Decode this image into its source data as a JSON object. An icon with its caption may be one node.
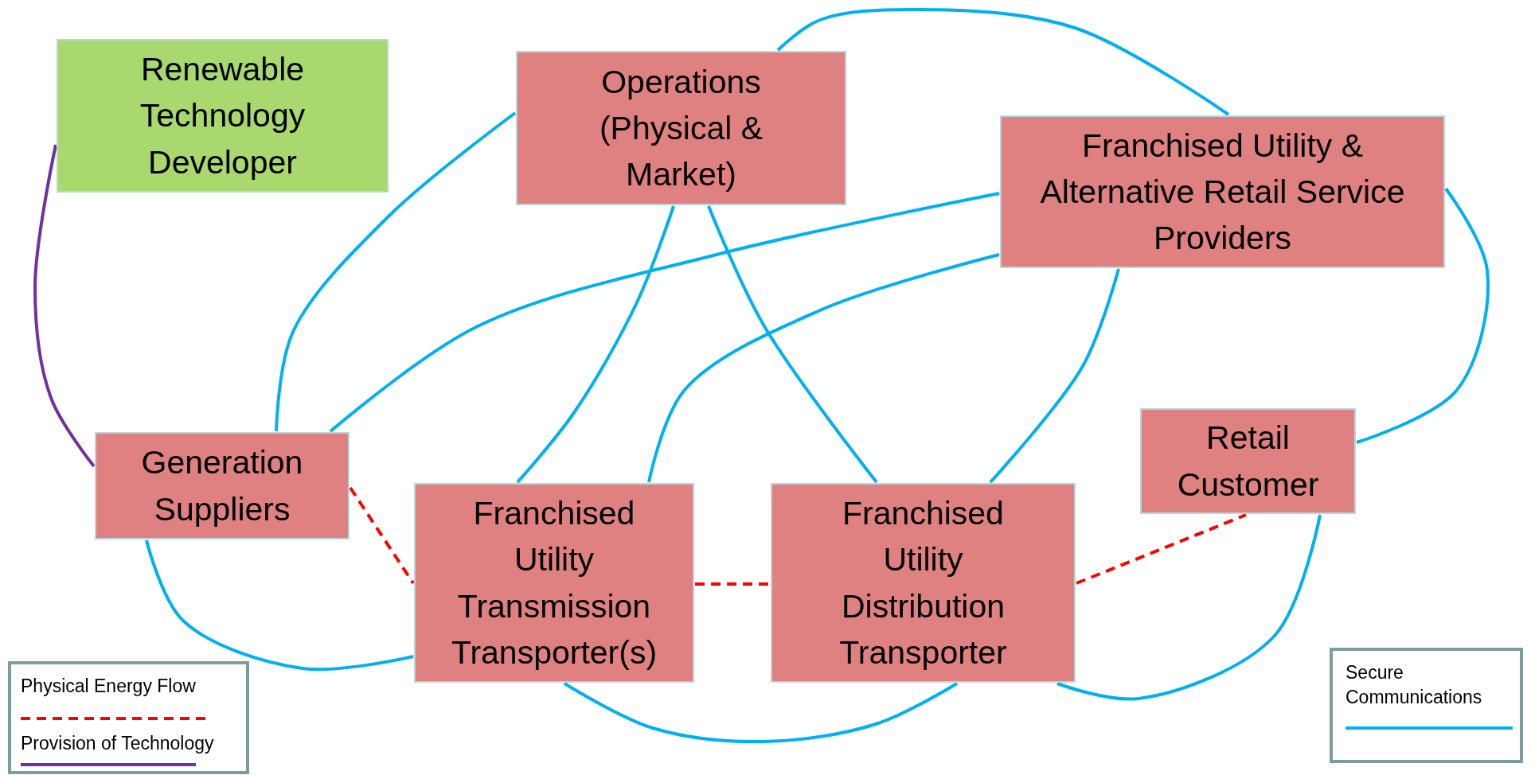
{
  "diagram": {
    "nodes": [
      {
        "text": [
          "Renewable Technology Developer"
        ]
      },
      {
        "text": [
          "Operations (Physical & Market)"
        ]
      },
      {
        "text": [
          "Franchised Utility & Alternative Retail Service Providers"
        ]
      },
      {
        "text": [
          "Generation Suppliers"
        ]
      },
      {
        "text": [
          "Retail Customer"
        ]
      },
      {
        "text": [
          "Franchised Utility Transmission Transporter(s)"
        ]
      },
      {
        "text": [
          "Franchised Utility Distribution Transporter"
        ]
      }
    ],
    "edges": [
      {
        "from": 0,
        "to": 3,
        "arrow": "none",
        "color": "#7030a0"
      },
      {
        "from": 1,
        "to": 3,
        "arrow": "none"
      },
      {
        "from": 1,
        "to": 5,
        "arrow": "none"
      },
      {
        "from": 1,
        "to": 6,
        "arrow": "none"
      },
      {
        "from": 1,
        "to": 2,
        "arrow": "none"
      },
      {
        "from": 2,
        "to": 3,
        "arrow": "none"
      },
      {
        "from": 2,
        "to": 5,
        "arrow": "none"
      },
      {
        "from": 2,
        "to": 6,
        "arrow": "none"
      },
      {
        "from": 2,
        "to": 4,
        "arrow": "none"
      },
      {
        "from": 3,
        "to": 5,
        "arrow": "none"
      },
      {
        "from": 3,
        "to": 5,
        "arrow": "none",
        "style": "dashed",
        "color": "#ff0000"
      },
      {
        "from": 5,
        "to": 6,
        "arrow": "none",
        "style": "dashed",
        "color": "#ff0000"
      },
      {
        "from": 6,
        "to": 4,
        "arrow": "none",
        "style": "dashed",
        "color": "#ff0000"
      },
      {
        "from": 5,
        "to": 6,
        "arrow": "none"
      },
      {
        "from": 6,
        "to": 4,
        "arrow": "none"
      }
    ],
    "legend": [
      {
        "text": "Physical Energy Flow"
      },
      {
        "text": "Provision of Technology"
      },
      {
        "text": "Secure Communications"
      }
    ]
  }
}
